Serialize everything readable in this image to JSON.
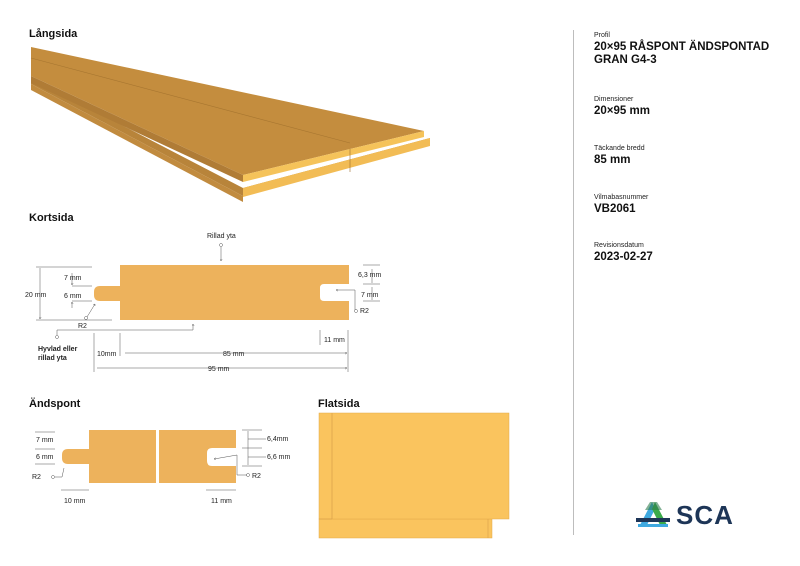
{
  "sections": {
    "langsida": "Långsida",
    "kortsida": "Kortsida",
    "andspont": "Ändspont",
    "flatsida": "Flatsida"
  },
  "kortsida_labels": {
    "rillad_yta": "Rillad yta",
    "h20": "20 mm",
    "t7": "7 mm",
    "t6": "6 mm",
    "r2_left": "R2",
    "g63": "6,3 mm",
    "g7": "7 mm",
    "r2_right": "R2",
    "hyvlad1": "Hyvlad eller",
    "hyvlad2": "rillad yta",
    "w10": "10mm",
    "w85": "85 mm",
    "w95": "95 mm",
    "w11": "11 mm"
  },
  "andspont_labels": {
    "t7": "7 mm",
    "t6": "6 mm",
    "r2_left": "R2",
    "g64": "6,4mm",
    "g66": "6,6 mm",
    "r2_right": "R2",
    "w10": "10 mm",
    "w11": "11 mm"
  },
  "info": {
    "profil_label": "Profil",
    "profil_line1": "20×95 RÅSPONT ÄNDSPONTAD",
    "profil_line2": "GRAN G4-3",
    "dimensioner_label": "Dimensioner",
    "dimensioner_value": "20×95 mm",
    "tackande_label": "Täckande bredd",
    "tackande_value": "85 mm",
    "vilma_label": "Vilmabasnummer",
    "vilma_value": "VB2061",
    "revision_label": "Revisionsdatum",
    "revision_value": "2023-02-27"
  },
  "brand": {
    "logo_text": "SCA",
    "colors": {
      "wood_profile": "#EDB25C",
      "wood_top": "#C68E3E",
      "wood_edge": "#F5C35A",
      "flatsida": "#FAC45E",
      "logo_navy": "#1D3557",
      "logo_green": "#3BAA4A",
      "logo_blue": "#3FA9E0"
    }
  }
}
